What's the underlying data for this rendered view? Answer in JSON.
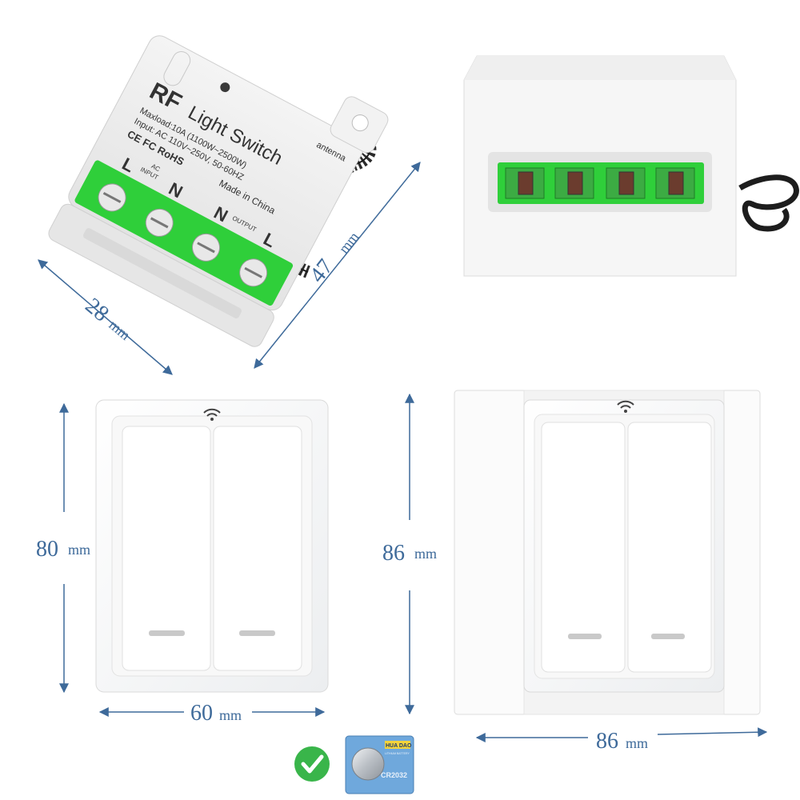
{
  "relay": {
    "brand": "RF",
    "product": "Light Switch",
    "maxload": "Maxload:10A (1100W~2500W)",
    "input_spec": "Input: AC 110V~250V, 50-60HZ",
    "certs": "CE FC RoHS",
    "made_in": "Made in China",
    "antenna_label": "antenna",
    "input_block_label": "INPUT",
    "input_ac_label": "AC",
    "output_block_label": "OUTPUT",
    "terminals": [
      "L",
      "N",
      "N",
      "L"
    ]
  },
  "dimensions": {
    "relay_width": "28",
    "relay_length": "47",
    "switch_small_height": "80",
    "switch_small_width": "60",
    "switch_large_height": "86",
    "switch_large_width": "86",
    "unit": "mm"
  },
  "battery": {
    "brand": "HUA DAO",
    "subtext": "LITHIUM BATTERY",
    "model": "CR2032"
  },
  "colors": {
    "terminal_green": "#2fcf3a",
    "dimension_blue": "#3e6a9a",
    "check_green": "#39b54a"
  }
}
